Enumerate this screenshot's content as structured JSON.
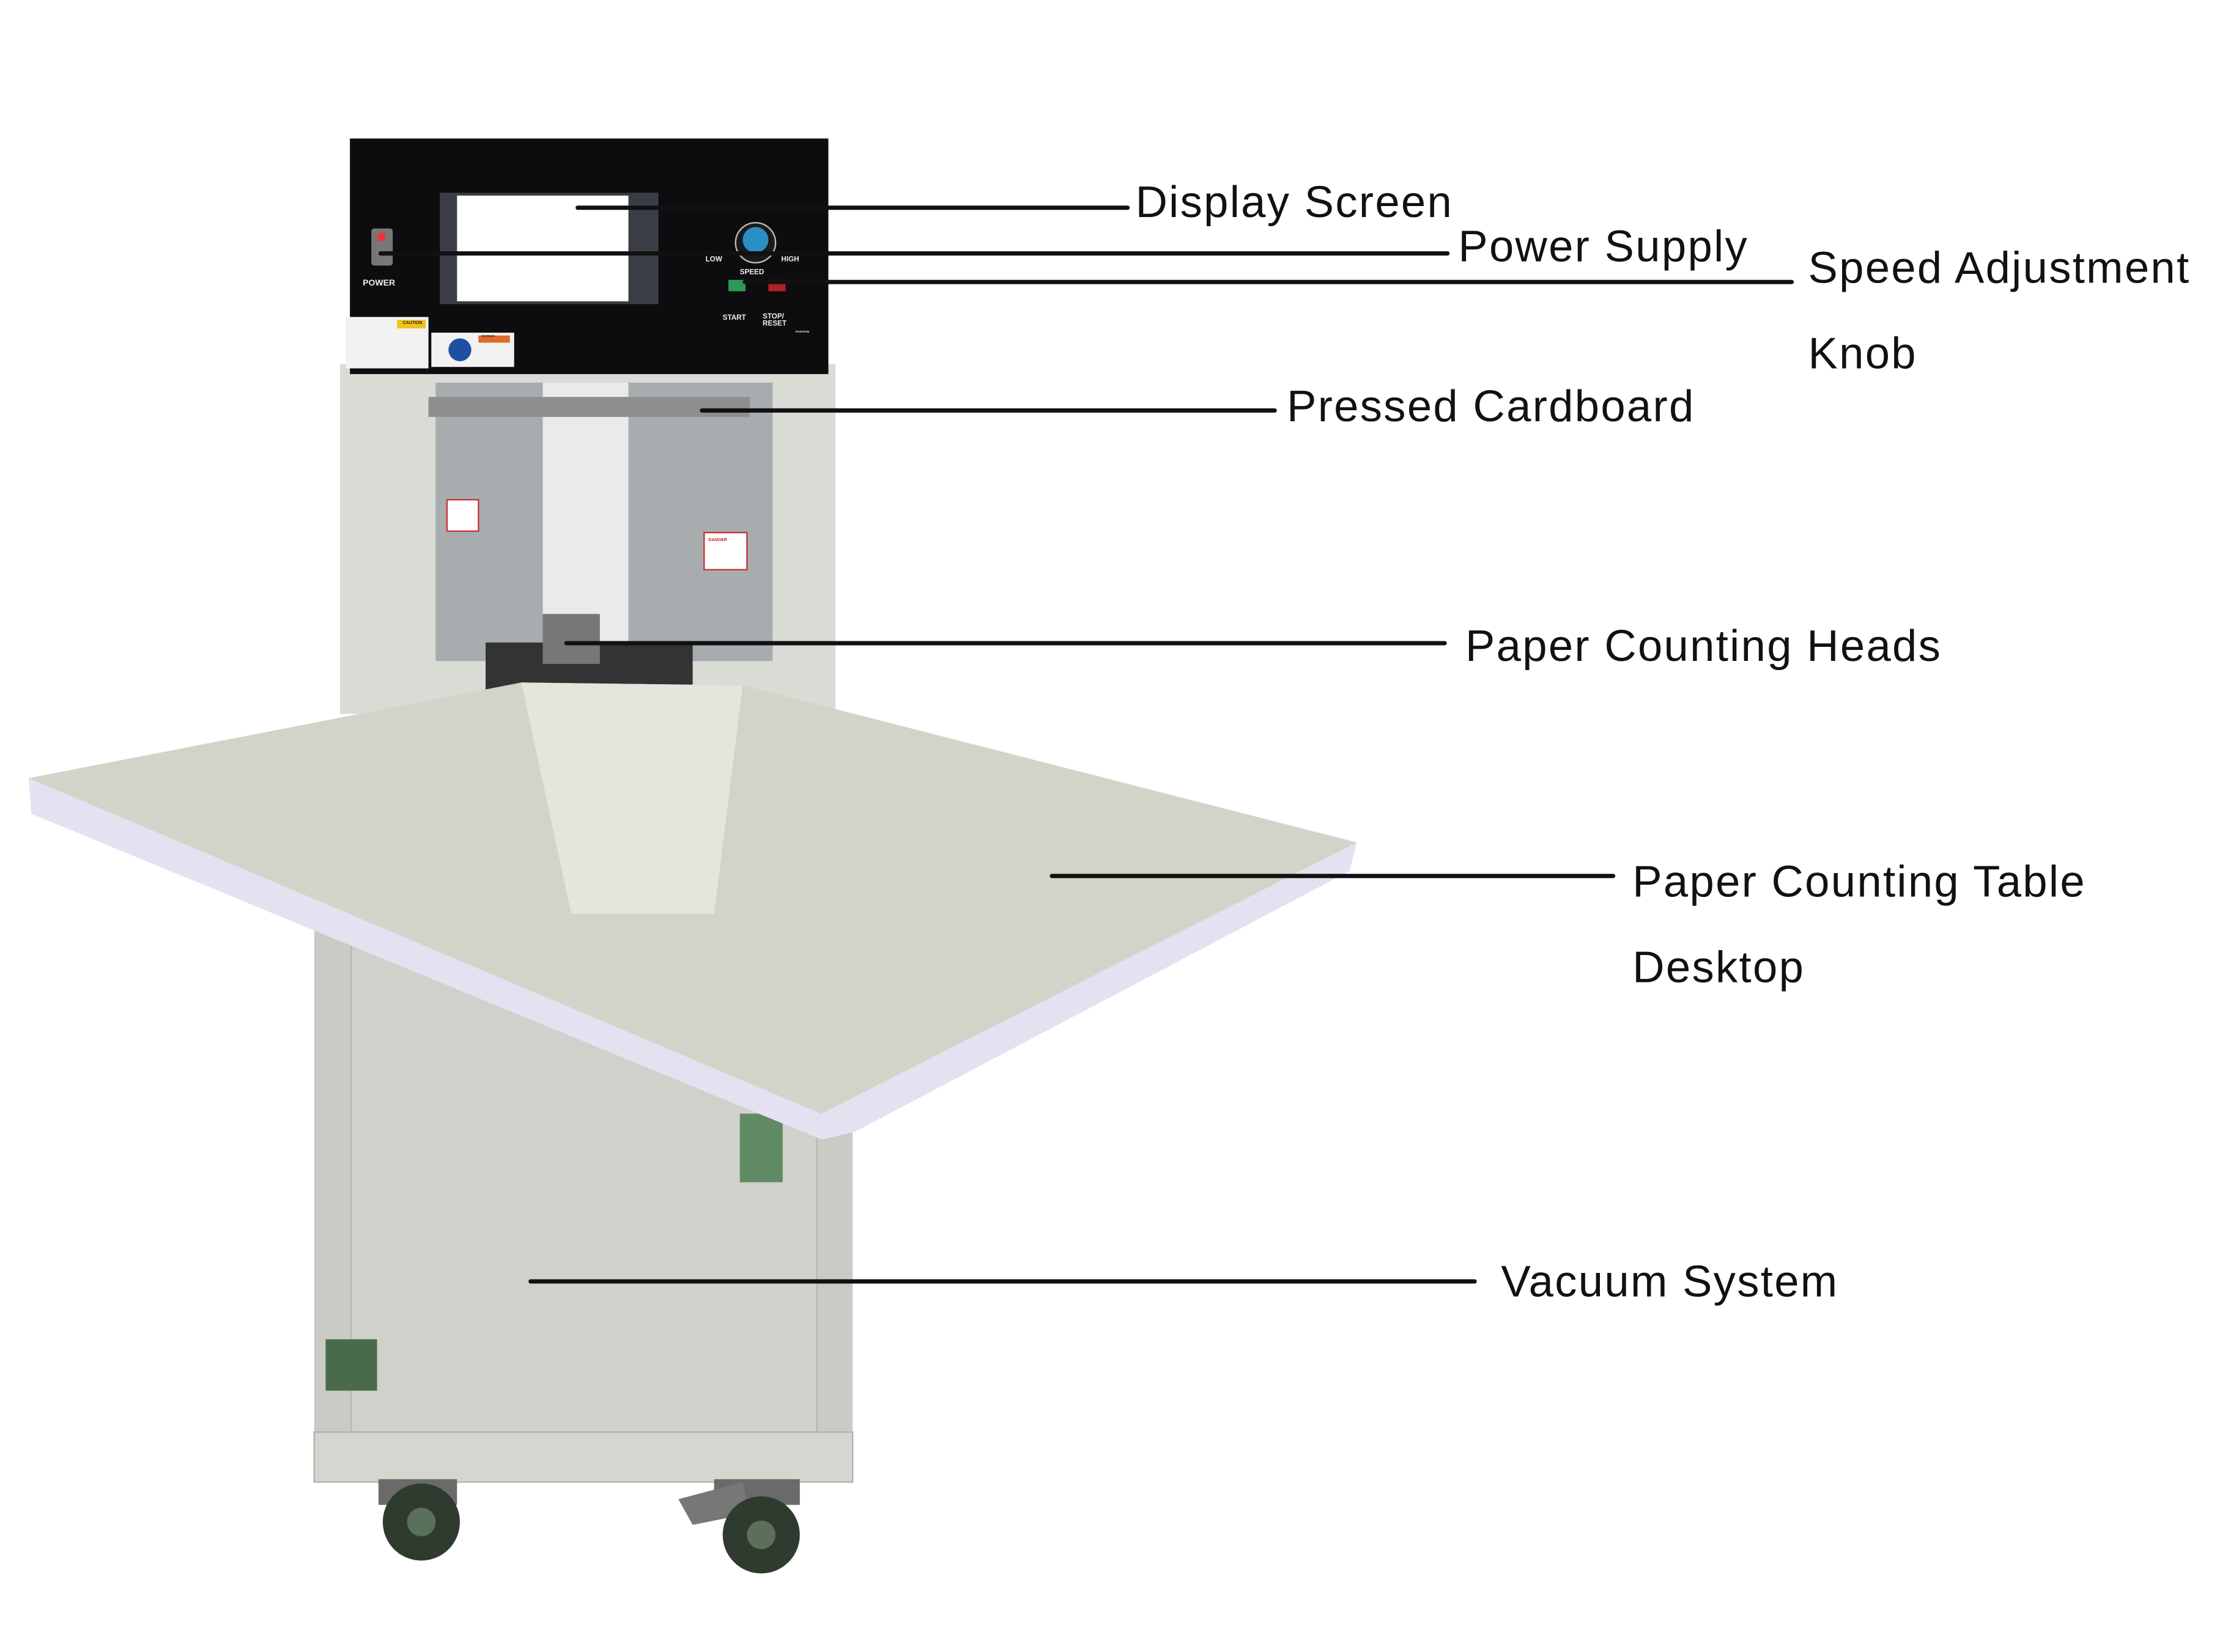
{
  "panel": {
    "power_label": "POWER",
    "speed_low": "LOW",
    "speed_high": "HIGH",
    "speed_label": "SPEED",
    "start_label": "START",
    "stop_label": "STOP/ RESET",
    "position_label": "POSITION",
    "caution_label": "CAUTION",
    "warning_label": "WARNING",
    "danger_label": "DANGER"
  },
  "callouts": [
    {
      "label": "Display Screen"
    },
    {
      "label": "Power Supply"
    },
    {
      "label": "Speed Adjustment",
      "label2": "Knob"
    },
    {
      "label": "Pressed Cardboard"
    },
    {
      "label": "Paper Counting Heads"
    },
    {
      "label": "Paper Counting Table",
      "label2": "Desktop"
    },
    {
      "label": "Vacuum System"
    }
  ],
  "colors": {
    "panel": "#0d0d0f",
    "body": "#d9dbd5",
    "table": "#d2d3c9",
    "table_edge": "#e4e2f0",
    "leader": "#111111"
  }
}
